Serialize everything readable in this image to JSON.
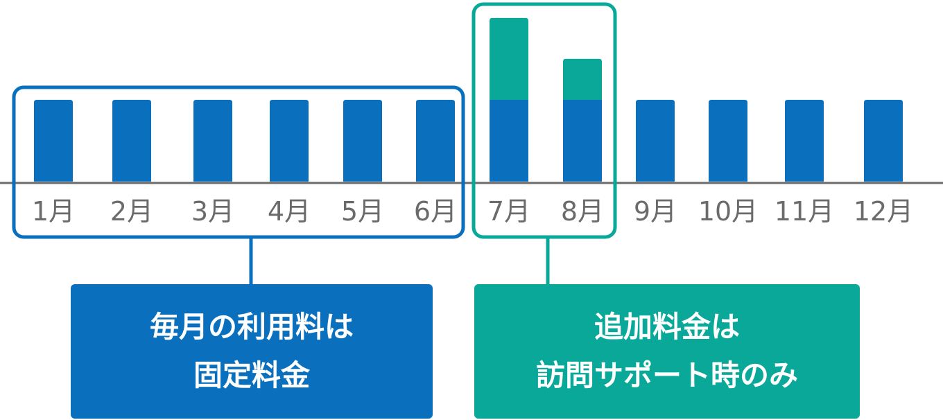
{
  "chart_data": {
    "type": "bar",
    "stacked": true,
    "categories": [
      "1月",
      "2月",
      "3月",
      "4月",
      "5月",
      "6月",
      "7月",
      "8月",
      "9月",
      "10月",
      "11月",
      "12月"
    ],
    "series": [
      {
        "values": [
          1,
          1,
          1,
          1,
          1,
          1,
          1,
          1,
          1,
          1,
          1,
          1
        ],
        "color": "#0a6fbd"
      },
      {
        "values": [
          0,
          0,
          0,
          0,
          0,
          0,
          1,
          0.5,
          0,
          0,
          0,
          0
        ],
        "color": "#0aa899"
      }
    ],
    "ylim": [
      0,
      2.05
    ],
    "grid": false,
    "highlight_groups": [
      {
        "categories": [
          "1月",
          "2月",
          "3月",
          "4月",
          "5月",
          "6月"
        ],
        "color": "#0a6fbd"
      },
      {
        "categories": [
          "7月",
          "8月"
        ],
        "color": "#0aa899"
      }
    ]
  },
  "callouts": {
    "fixed": {
      "lines": [
        "毎月の利用料は",
        "固定料金"
      ],
      "color": "#0a6fbd"
    },
    "extra": {
      "lines": [
        "追加料金は",
        "訪問サポート時のみ"
      ],
      "color": "#0aa899"
    }
  },
  "colors": {
    "axis": "#6b6b6b",
    "tick_text": "#6b6b6b"
  }
}
